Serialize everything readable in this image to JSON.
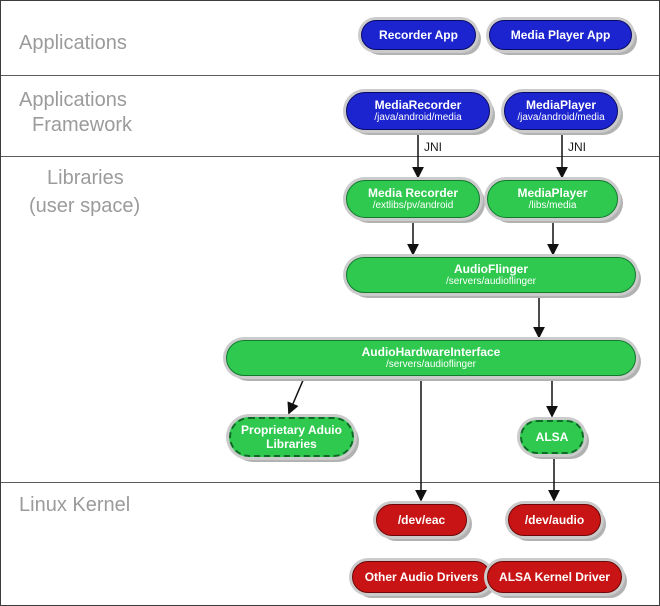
{
  "diagram": {
    "layers": {
      "applications": {
        "line1": "Applications"
      },
      "applications_framework": {
        "line1": "Applications",
        "line2": "Framework"
      },
      "libraries": {
        "line1": "Libraries",
        "line2": "(user space)"
      },
      "linux_kernel": {
        "line1": "Linux Kernel"
      }
    },
    "nodes": {
      "recorder_app": {
        "title": "Recorder App"
      },
      "media_player_app": {
        "title": "Media Player App"
      },
      "media_recorder_fw": {
        "title": "MediaRecorder",
        "subtitle": "/java/android/media"
      },
      "media_player_fw": {
        "title": "MediaPlayer",
        "subtitle": "/java/android/media"
      },
      "media_recorder_lib": {
        "title": "Media Recorder",
        "subtitle": "/extlibs/pv/android"
      },
      "media_player_lib": {
        "title": "MediaPlayer",
        "subtitle": "/libs/media"
      },
      "audio_flinger": {
        "title": "AudioFlinger",
        "subtitle": "/servers/audioflinger"
      },
      "audio_hardware_interface": {
        "title": "AudioHardwareInterface",
        "subtitle": "/servers/audioflinger"
      },
      "proprietary_audio_libraries": {
        "title": "Proprietary Aduio",
        "subtitle": "Libraries"
      },
      "alsa": {
        "title": "ALSA"
      },
      "dev_eac": {
        "title": "/dev/eac"
      },
      "dev_audio": {
        "title": "/dev/audio"
      },
      "other_audio_drivers": {
        "title": "Other Audio Drivers"
      },
      "alsa_kernel_driver": {
        "title": "ALSA Kernel Driver"
      }
    },
    "connector_label_jni": "JNI",
    "colors": {
      "framework_blue": "#1b24cf",
      "library_green": "#2fc94f",
      "kernel_red": "#c81414",
      "layer_label_gray": "#9b9b9b",
      "shadow_gray": "#cbcbcb",
      "separator_gray": "#5c5c5c"
    }
  }
}
